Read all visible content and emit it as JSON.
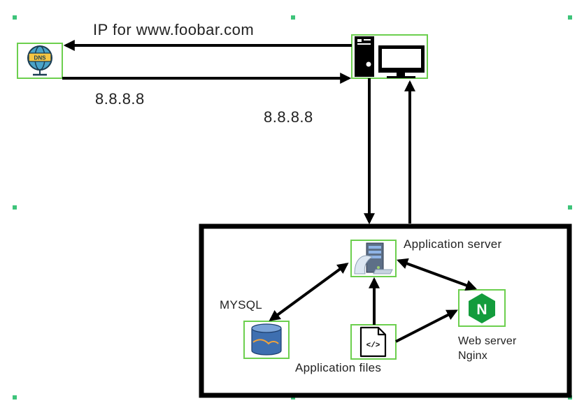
{
  "labels": {
    "dns_response": "IP for www.foobar.com",
    "dns_query": "8.8.8.8",
    "client_to_server": "8.8.8.8",
    "app_server": "Application server",
    "mysql": "MYSQL",
    "app_files": "Application files",
    "web_server_line1": "Web server",
    "web_server_line2": "Nginx"
  },
  "icons": {
    "dns": "dns-globe-icon",
    "client": "desktop-computer-icon",
    "app_server": "application-server-icon",
    "mysql": "mysql-database-icon",
    "app_files": "code-file-icon",
    "nginx": "nginx-icon"
  },
  "icon_text": {
    "dns_badge": "DNS",
    "nginx_letter": "N",
    "code_glyph": "</>"
  },
  "colors": {
    "frame_green": "#6ccf4e",
    "handle_green": "#3ec47a",
    "nginx_green": "#139c3c",
    "arrow": "#000000"
  }
}
